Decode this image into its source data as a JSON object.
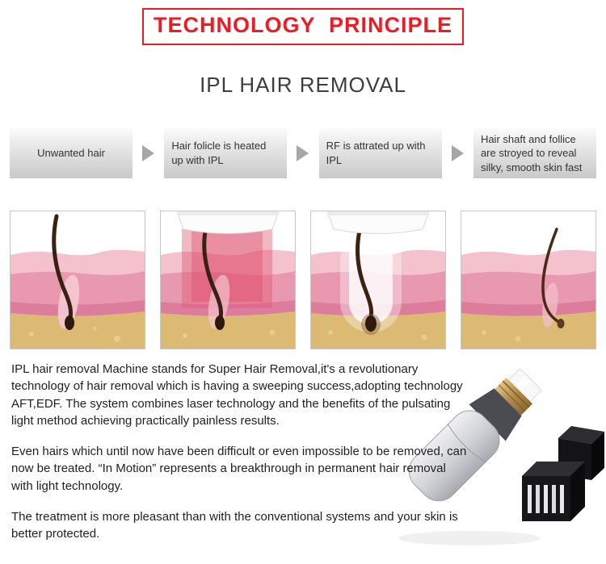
{
  "title": "TECHNOLOGY  PRINCIPLE",
  "subtitle": "IPL HAIR REMOVAL",
  "colors": {
    "accent_red": "#ed1c24",
    "step_box_gray": "#d6d6d6",
    "skin_pink_light": "#f3c2cd",
    "skin_pink_mid": "#e899af",
    "skin_pink_deep": "#dc7d9d",
    "skin_tan": "#dcba74",
    "hair_brown": "#3a2213"
  },
  "flow": {
    "arrow_icon": "arrow-right-icon",
    "steps": [
      {
        "label": "Unwanted hair"
      },
      {
        "label": "Hair folicle is heated up with IPL"
      },
      {
        "label": "RF is attrated up with IPL"
      },
      {
        "label": "Hair shaft and follice are stroyed to reveal silky, smooth skin fast"
      }
    ]
  },
  "illustrations": [
    {
      "name": "unwanted-hair-in-skin"
    },
    {
      "name": "ipl-device-heating-follicle"
    },
    {
      "name": "rf-attracted-follicle-glow"
    },
    {
      "name": "hair-shaft-destroyed"
    }
  ],
  "paragraphs": [
    "IPL hair removal Machine stands for Super Hair Removal,it's a revolutionary technology of hair removal which is having a sweeping success,adopting technology AFT,EDF. The system combines laser technology and the benefits of the pulsating light method achieving practically painless results.",
    "Even hairs which until now have been difficult or even impossible to be removed, can now be treated. “In Motion” represents a breakthrough in permanent hair removal with light technology.",
    "The treatment is more pleasant than with the conventional systems and your skin is better protected."
  ]
}
